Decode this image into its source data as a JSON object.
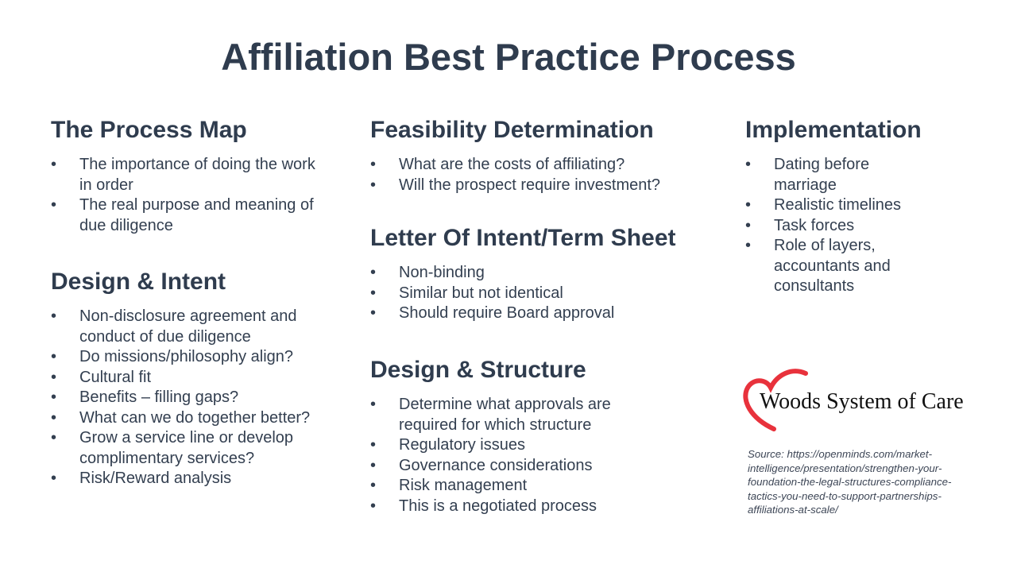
{
  "title": "Affiliation Best Practice Process",
  "sections": [
    {
      "heading": "The Process Map",
      "items": [
        "The importance of doing the work in order",
        "The real purpose and meaning of due diligence"
      ]
    },
    {
      "heading": "Design & Intent",
      "items": [
        "Non-disclosure agreement and conduct of due diligence",
        "Do missions/philosophy align?",
        "Cultural fit",
        "Benefits – filling gaps?",
        "What can we do together better?",
        "Grow a service line or develop complimentary services?",
        "Risk/Reward analysis"
      ]
    },
    {
      "heading": "Feasibility Determination",
      "items": [
        "What are the costs of affiliating?",
        "Will the prospect require investment?"
      ]
    },
    {
      "heading": "Letter Of Intent/Term Sheet",
      "items": [
        "Non-binding",
        "Similar but not identical",
        "Should require Board approval"
      ]
    },
    {
      "heading": "Design & Structure",
      "items": [
        "Determine what approvals are required for which structure",
        "Regulatory issues",
        "Governance considerations",
        "Risk management",
        "This is a negotiated process"
      ]
    },
    {
      "heading": "Implementation",
      "items": [
        "Dating before marriage",
        "Realistic timelines",
        "Task forces",
        "Role of layers, accountants and consultants"
      ]
    }
  ],
  "bullet": "•",
  "logo": {
    "text": "Woods System of Care",
    "heart_color": "#e8323c"
  },
  "source": "Source: https://openminds.com/market-intelligence/presentation/strengthen-your-foundation-the-legal-structures-compliance-tactics-you-need-to-support-partnerships-affiliations-at-scale/"
}
